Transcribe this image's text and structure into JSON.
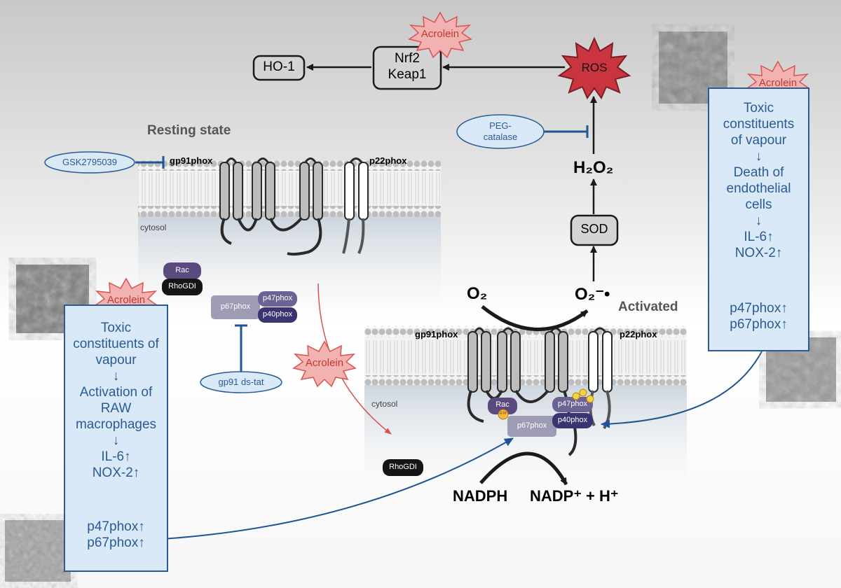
{
  "states": {
    "resting": "Resting state",
    "activated": "Activated"
  },
  "compartments": {
    "cytosol": "cytosol"
  },
  "subunits": {
    "gp91": "gp91phox",
    "p22": "p22phox",
    "p67": "p67phox",
    "p47": "p47phox",
    "p40": "p40phox",
    "rac": "Rac",
    "rhogdi": "RhoGDI",
    "gtp": "GTP"
  },
  "pathway": {
    "ho1": "HO-1",
    "nrf2": "Nrf2",
    "keap1": "Keap1",
    "ros": "ROS",
    "sod": "SOD",
    "h2o2": "H₂O₂",
    "o2": "O₂",
    "superoxide": "O₂⁻•",
    "nadph": "NADPH",
    "nadp": "NADP⁺ + H⁺"
  },
  "inhibitors": {
    "peg_line1": "PEG-",
    "peg_line2": "catalase",
    "gsk": "GSK2795039",
    "gp91dstat": "gp91 ds-tat"
  },
  "acrolein": "Acrolein",
  "left_panel": {
    "lines": [
      "Toxic",
      "constituents of",
      "vapour",
      "↓",
      "Activation of",
      "RAW",
      "macrophages",
      "↓",
      "IL-6↑",
      "NOX-2↑"
    ],
    "lines2": [
      "p47phox↑",
      "p67phox↑"
    ]
  },
  "right_panel": {
    "lines": [
      "Toxic",
      "constituents",
      "of vapour",
      "↓",
      "Death of",
      "endothelial",
      "cells",
      "↓",
      "IL-6↑",
      "NOX-2↑"
    ],
    "lines2": [
      "p47phox↑",
      "p67phox↑"
    ]
  },
  "colors": {
    "panel_bg": "#d9e9f8",
    "panel_border": "#2a5b94",
    "acrolein_fill": "#f3b2b2",
    "acrolein_stroke": "#d9534f",
    "ros_fill": "#c9343f",
    "p67": "#9e9bb5",
    "p47": "#6b6394",
    "p40": "#3a3470",
    "rac": "#5a4a80",
    "arrow_blue": "#1f5592"
  }
}
